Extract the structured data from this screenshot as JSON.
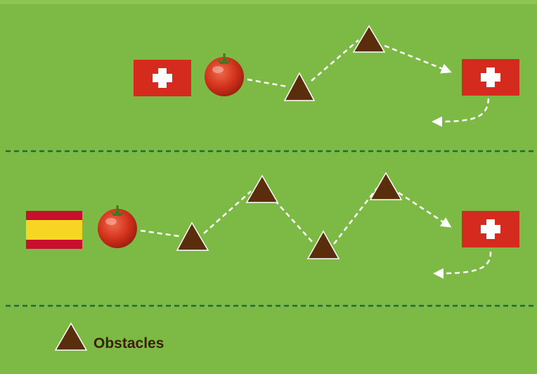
{
  "field": {
    "background": "#7cba45",
    "lane_divider_color": "#1f6b3a",
    "path_color": "#ffffff",
    "obstacle_color": "#5a2d0c"
  },
  "lanes": [
    {
      "start_flag": "switzerland-flag",
      "runner": "tomato-icon",
      "obstacle_count": 2,
      "end_flag": "switzerland-flag"
    },
    {
      "start_flag": "spain-flag",
      "runner": "tomato-icon",
      "obstacle_count": 4,
      "end_flag": "switzerland-flag"
    }
  ],
  "legend": {
    "icon": "obstacle-triangle-icon",
    "label": "Obstacles"
  }
}
